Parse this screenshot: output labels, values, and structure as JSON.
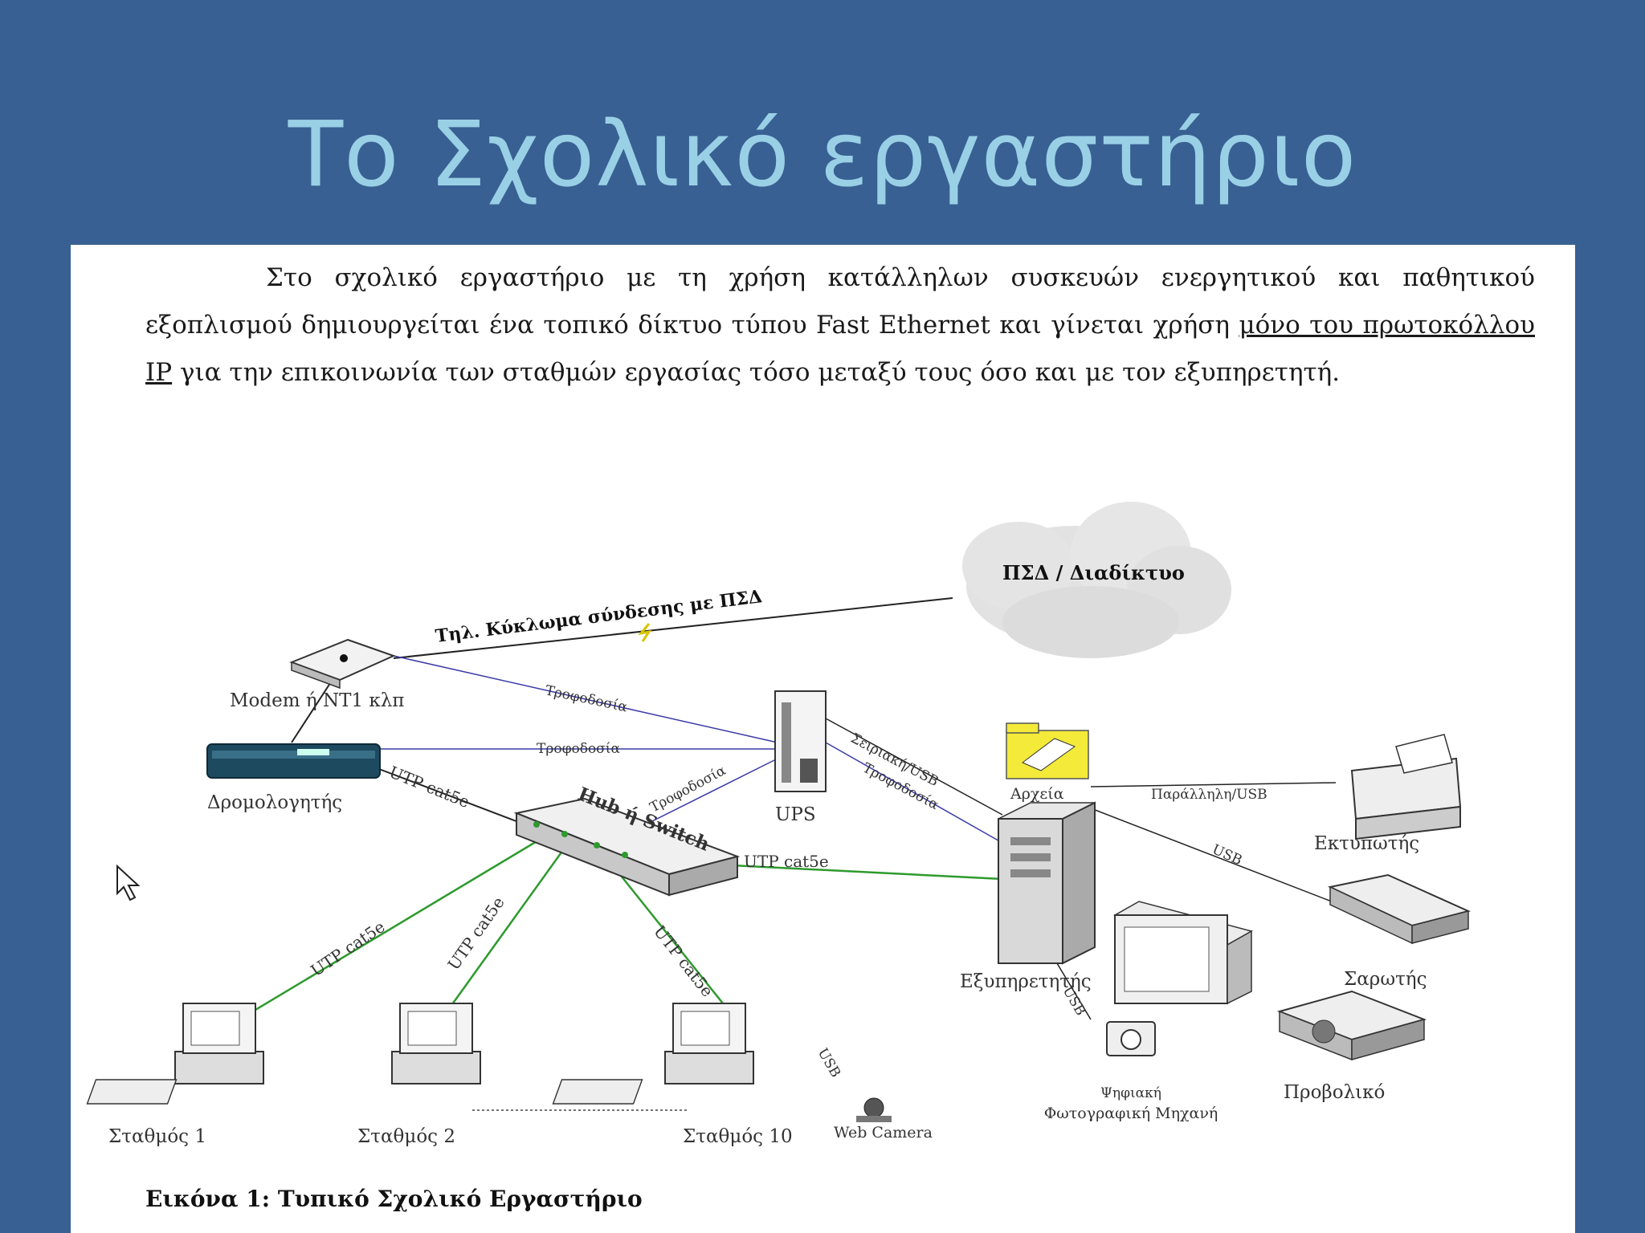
{
  "slide": {
    "title": "Το Σχολικό εργαστήριο"
  },
  "text": {
    "p1": "Στο σχολικό εργαστήριο με τη χρήση κατάλληλων συσκευών ενεργητικού και παθητικού εξοπλισμού δημιουργείται ένα τοπικό δίκτυο τύπου Fast Ethernet και γίνεται χρήση ",
    "p1_underline": "μόνο του πρωτοκόλλου IP",
    "p1_end": " για την επικοινωνία των σταθμών εργασίας τόσο μεταξύ τους όσο και με τον εξυπηρετητή."
  },
  "diagram": {
    "cloud": "ΠΣΔ / Διαδίκτυο",
    "phone_line": "Τηλ. Κύκλωμα σύνδεσης με ΠΣΔ",
    "modem": "Modem ή NT1 κλπ",
    "router": "Δρομολογητής",
    "ups": "UPS",
    "hub": "Hub ή Switch",
    "files": "Αρχεία",
    "server": "Εξυπηρετητής",
    "printer": "Εκτυπωτής",
    "scanner": "Σαρωτής",
    "projector": "Προβολικό",
    "camera": "Ψηφιακή Φωτογραφική Μηχανή",
    "webcam": "Web Camera",
    "station1": "Σταθμός 1",
    "station2": "Σταθμός 2",
    "station10": "Σταθμός 10",
    "power": "Τροφοδοσία",
    "serial_usb": "Σειριακή/USB",
    "parallel_usb": "Παράλληλη/USB",
    "usb": "USB",
    "utp": "UTP cat5e"
  },
  "caption": "Εικόνα 1: Τυπικό Σχολικό Εργαστήριο",
  "colors": {
    "background": "#386092",
    "title": "#9ad0e6",
    "utp_line": "#2e9a2e",
    "power_line": "#3a3aa8"
  }
}
